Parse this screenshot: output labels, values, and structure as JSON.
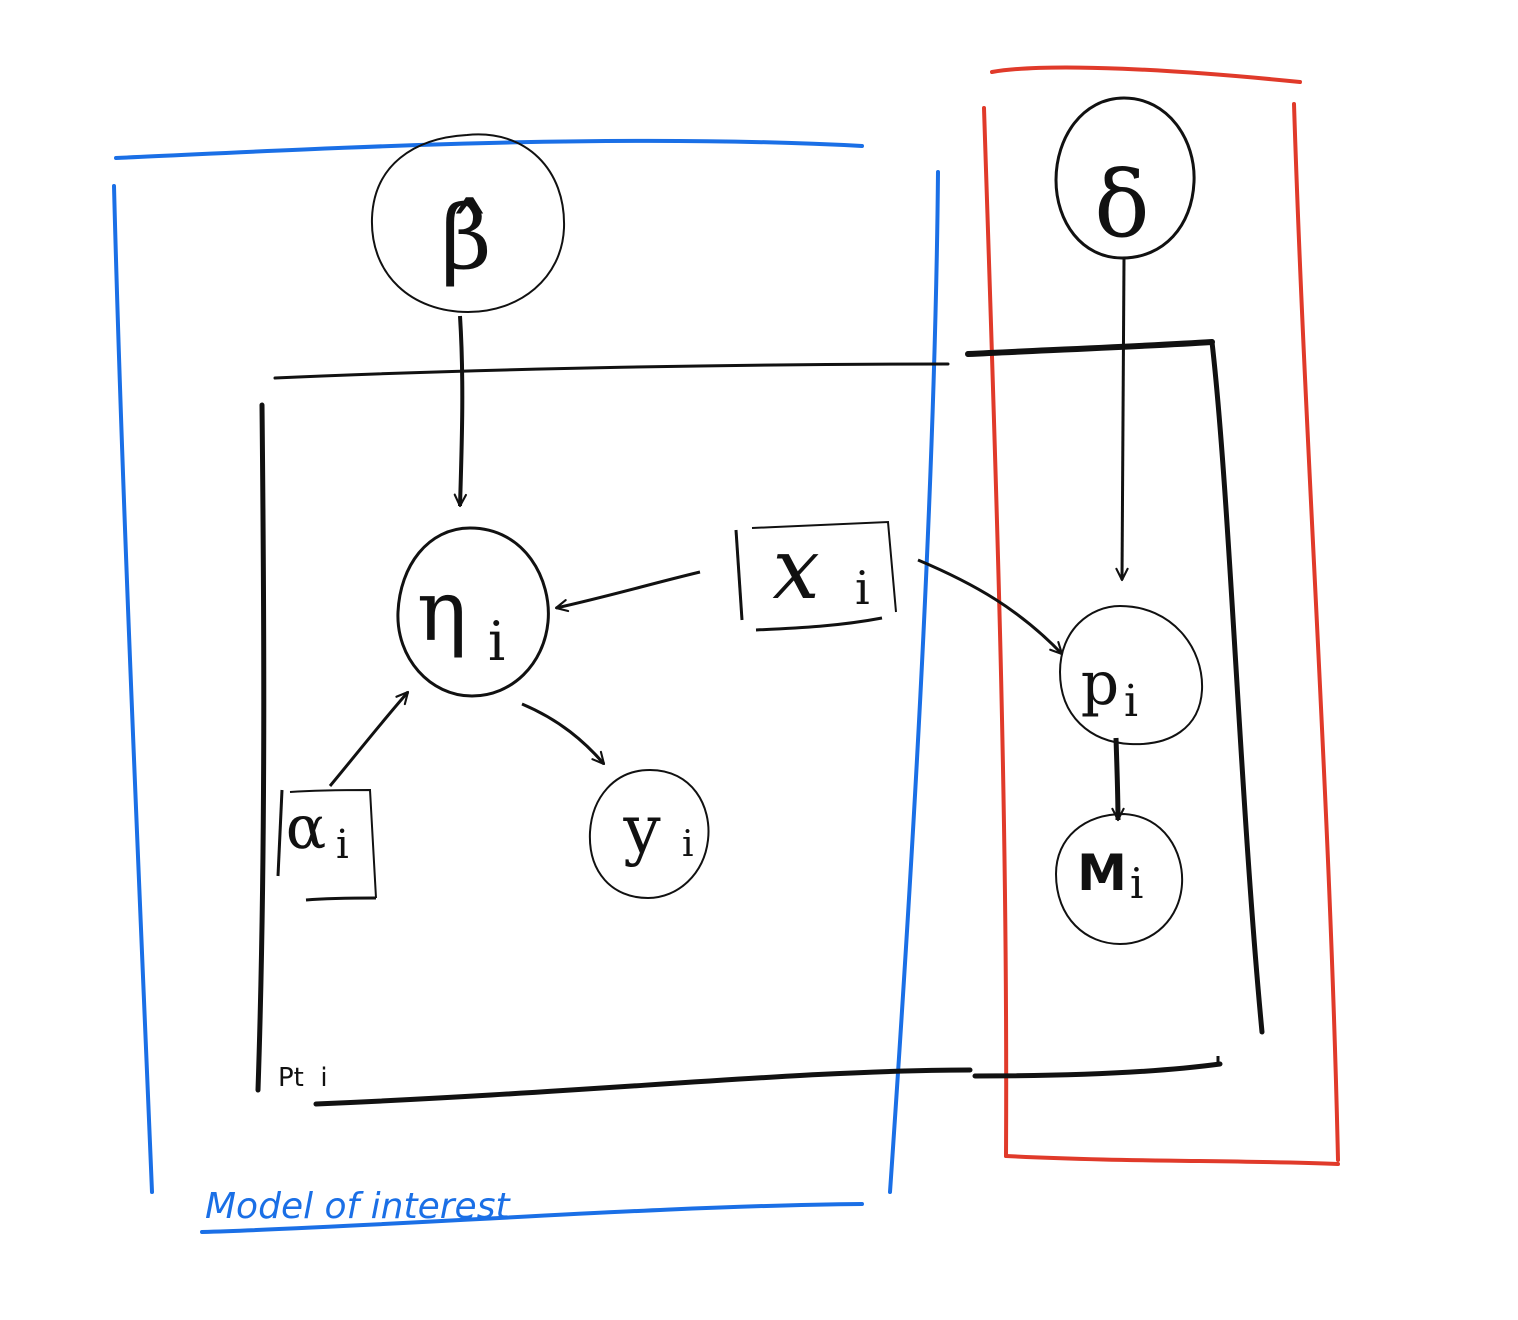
{
  "colors": {
    "ink": "#111111",
    "blue": "#1a6fe6",
    "red": "#e03a2a",
    "background": "#ffffff"
  },
  "nodes": {
    "beta": {
      "label": "β̂",
      "kind": "latent"
    },
    "eta": {
      "label": "η",
      "subscript": "i",
      "kind": "latent"
    },
    "x": {
      "label": "x",
      "subscript": "i",
      "kind": "observed-box"
    },
    "alpha": {
      "label": "α",
      "subscript": "i",
      "kind": "observed-box"
    },
    "y": {
      "label": "y",
      "subscript": "i",
      "kind": "latent"
    },
    "delta": {
      "label": "δ",
      "kind": "latent"
    },
    "p": {
      "label": "p",
      "subscript": "i",
      "kind": "latent"
    },
    "m": {
      "label": "M",
      "subscript": "i",
      "kind": "latent"
    }
  },
  "edges": [
    {
      "from": "beta",
      "to": "eta"
    },
    {
      "from": "x",
      "to": "eta"
    },
    {
      "from": "alpha",
      "to": "eta"
    },
    {
      "from": "eta",
      "to": "y"
    },
    {
      "from": "delta",
      "to": "p"
    },
    {
      "from": "x",
      "to": "p"
    },
    {
      "from": "p",
      "to": "m"
    }
  ],
  "plate": {
    "label": "Pt  i"
  },
  "regions": {
    "model_of_interest": {
      "label": "Model of interest",
      "color": "blue"
    },
    "missingness_model": {
      "color": "red"
    }
  }
}
